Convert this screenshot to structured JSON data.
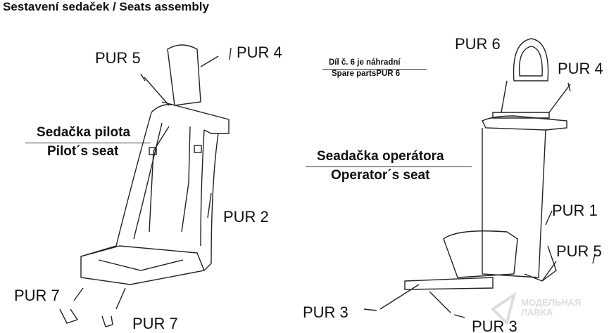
{
  "title": "Sestavení sedaček / Seats assembly",
  "pilot_seat": {
    "label_cz": "Sedačka pilota",
    "label_en": "Pilot´s seat"
  },
  "operator_seat": {
    "label_cz": "Seadačka operátora",
    "label_en": "Operator´s seat"
  },
  "spare_note": {
    "line1": "Díl č. 6 je náhradní",
    "line2": "Spare partsPUR 6"
  },
  "parts": {
    "pur5_left": "PUR 5",
    "pur4_left": "PUR 4",
    "pur2": "PUR 2",
    "pur7_a": "PUR 7",
    "pur7_b": "PUR 7",
    "pur6": "PUR 6",
    "pur4_right": "PUR 4",
    "pur1": "PUR 1",
    "pur5_right": "PUR 5",
    "pur3_a": "PUR 3",
    "pur3_b": "PUR 3"
  },
  "watermark": {
    "line1": "МОДЕЛЬНАЯ",
    "line2": "ЛАВКА"
  }
}
